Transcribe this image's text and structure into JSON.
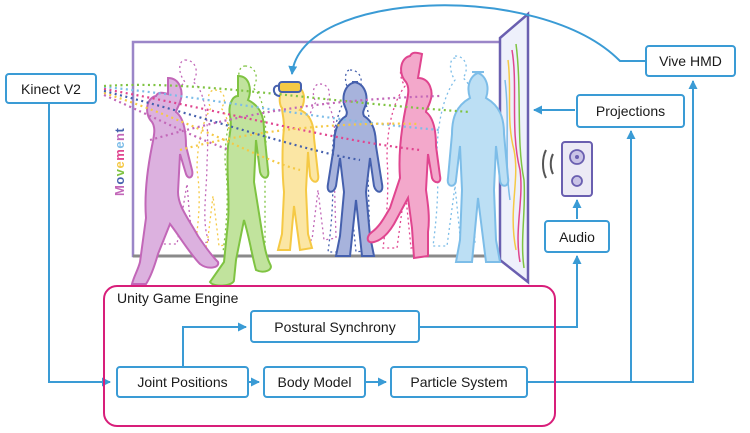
{
  "colors": {
    "arrow": "#3a9bd5",
    "engine_border": "#d81e7a",
    "room_border": "#9b86c8",
    "figures": [
      "#c267b8",
      "#7fc342",
      "#f5c945",
      "#4560ad",
      "#e0458f",
      "#7dbde8"
    ]
  },
  "labels": {
    "kinect": "Kinect V2",
    "vive": "Vive HMD",
    "projections": "Projections",
    "audio": "Audio",
    "engine": "Unity Game Engine",
    "postural": "Postural Synchrony",
    "joint": "Joint Positions",
    "body": "Body Model",
    "particle": "Particle System",
    "movement": [
      "M",
      "o",
      "v",
      "e",
      "m",
      "e",
      "n",
      "t"
    ]
  },
  "icons": {
    "speaker": "speaker-icon",
    "headset": "vr-headset-icon"
  }
}
